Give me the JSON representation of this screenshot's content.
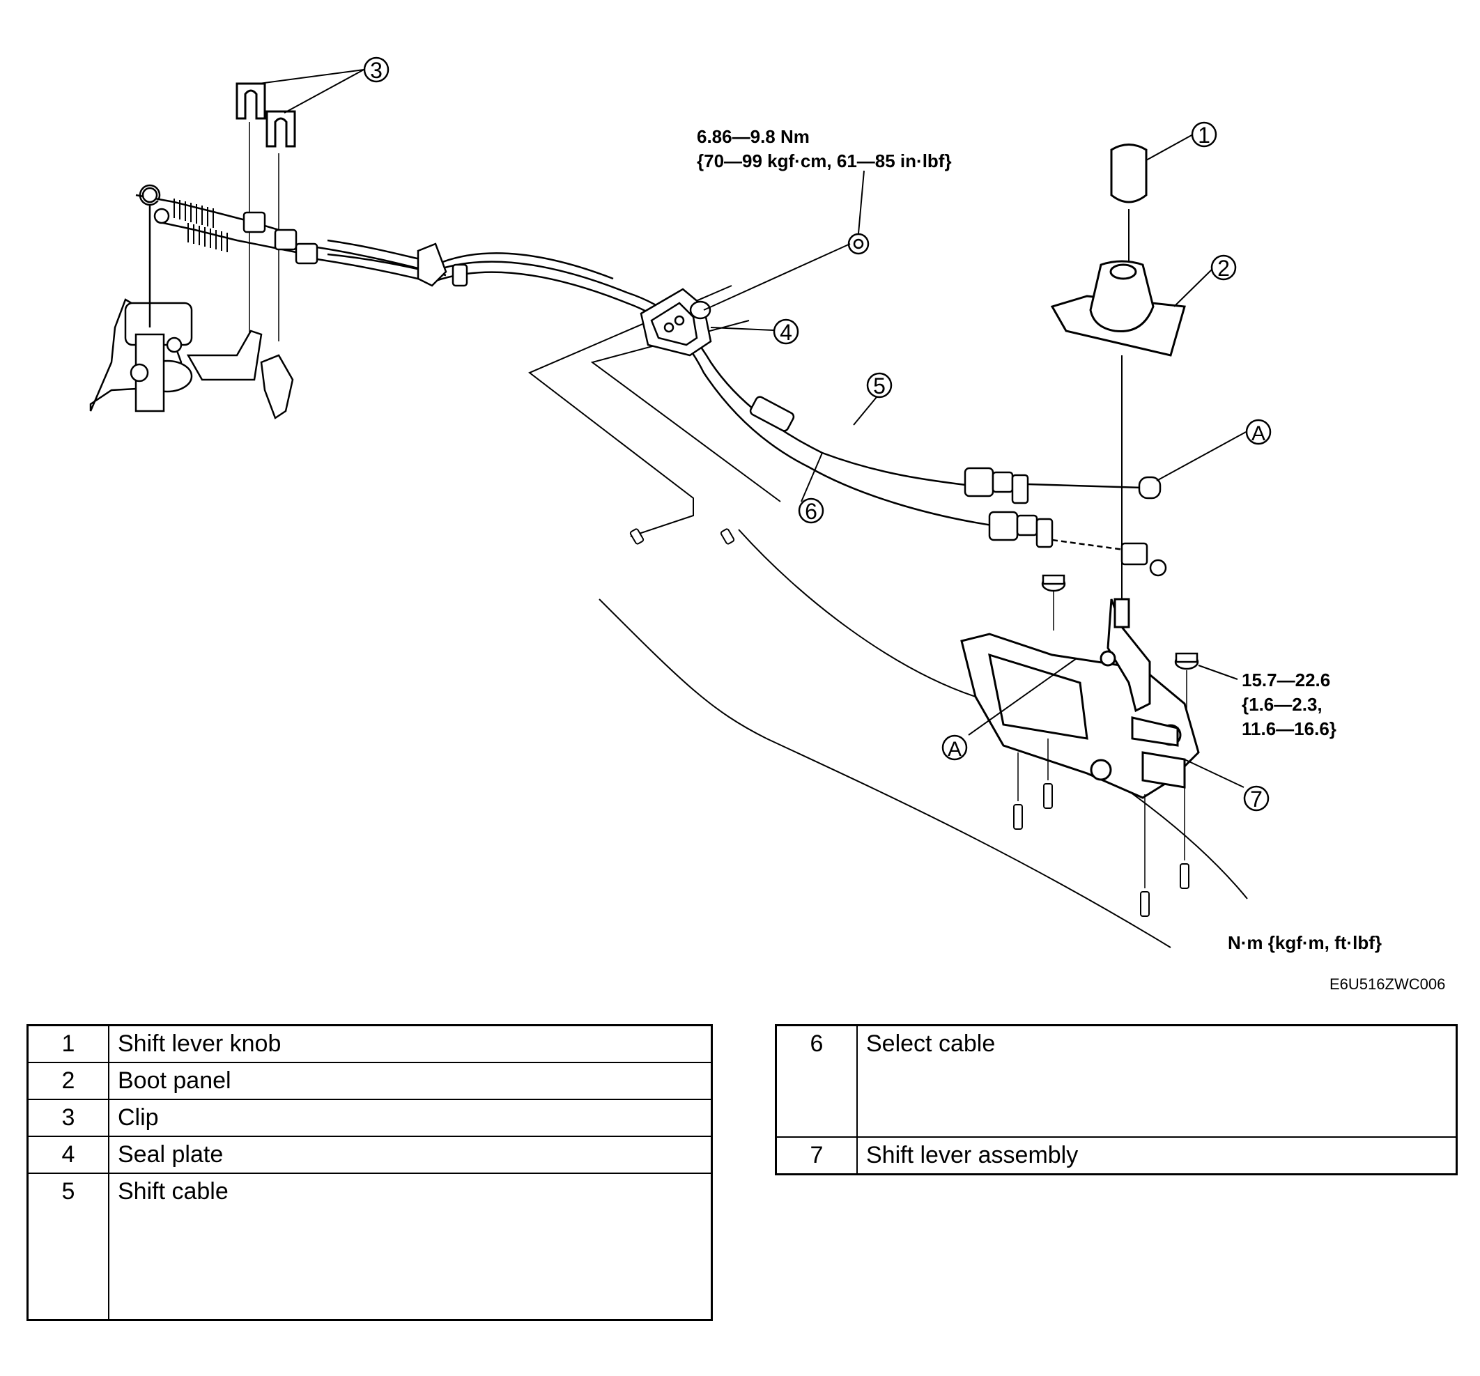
{
  "torque_specs": {
    "seal_plate_nut": {
      "line1": "6.86—9.8 Nm",
      "line2": "{70—99 kgf·cm, 61—85 in·lbf}"
    },
    "shift_lever_nut": {
      "line1": "15.7—22.6",
      "line2": "{1.6—2.3,",
      "line3": "11.6—16.6}"
    },
    "units_note": "N·m {kgf·m,  ft·lbf}"
  },
  "figure_code": "E6U516ZWC006",
  "callouts": {
    "c1": "1",
    "c2": "2",
    "c3": "3",
    "c4": "4",
    "c5": "5",
    "c6": "6",
    "c7": "7",
    "a_upper": "A",
    "a_lower": "A"
  },
  "parts_left": [
    {
      "num": "1",
      "name": "Shift lever knob"
    },
    {
      "num": "2",
      "name": "Boot panel"
    },
    {
      "num": "3",
      "name": "Clip"
    },
    {
      "num": "4",
      "name": "Seal plate"
    },
    {
      "num": "5",
      "name": "Shift cable"
    }
  ],
  "parts_right": [
    {
      "num": "6",
      "name": "Select cable"
    },
    {
      "num": "7",
      "name": "Shift lever assembly"
    }
  ]
}
